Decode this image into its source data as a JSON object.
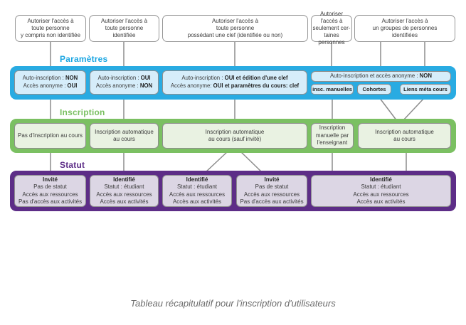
{
  "caption": "Tableau récapitulatif pour l'inscription d'utilisateurs",
  "colors": {
    "blue_band": "#29abe2",
    "blue_light": "#d6edfa",
    "green_band": "#7bc062",
    "green_light": "#e9f2e2",
    "purple_band": "#5d2d87",
    "purple_light": "#dcd6e4",
    "connector": "#8c8c8c"
  },
  "top_row": [
    "Autoriser l'accès à\ntoute personne\ny compris non identifiée",
    "Autoriser l'accès à\ntoute personne\nidentifiée",
    "Autoriser l'accès à\ntoute personne\npossédant une clef (identifiée ou non)",
    "Autoriser l'accès à\nseulement cer-\ntaines personnes",
    "Autoriser l'accès à\nun groupes de  personnes\nidentifiées"
  ],
  "parametres": {
    "title": "Paramètres",
    "boxes": [
      {
        "lines": [
          {
            "t": "Auto-inscription : ",
            "b": "NON"
          },
          {
            "t": "Accès anonyme : ",
            "b": "OUI"
          }
        ]
      },
      {
        "lines": [
          {
            "t": "Auto-inscription : ",
            "b": "OUI"
          },
          {
            "t": "Accès anonyme : ",
            "b": "NON"
          }
        ]
      },
      {
        "lines": [
          {
            "t": "Auto-inscription : ",
            "b": "OUI et édition d'une clef"
          },
          {
            "t": "Accès anonyme: ",
            "b": "OUI et paramètres du cours: clef"
          }
        ]
      },
      {
        "lines": [
          {
            "t": "Auto-inscription et accès anonyme : ",
            "b": "NON"
          }
        ]
      }
    ],
    "mini_boxes": [
      "insc. manuelles",
      "Cohortes",
      "Liens méta cours"
    ]
  },
  "inscription": {
    "title": "Inscription",
    "boxes": [
      "Pas d'inscription au cours",
      "Inscription automatique\nau cours",
      "Inscription automatique\nau cours (sauf invité)",
      "Inscription\nmanuelle par\nl'enseignant",
      "Inscription automatique\nau cours"
    ]
  },
  "statut": {
    "title": "Statut",
    "boxes": [
      {
        "title": "Invité",
        "body": "Pas de statut\nAccès aux ressources\nPas d'accès aux activités"
      },
      {
        "title": "Identifié",
        "body": "Statut : étudiant\nAccès aux ressources\nAccès aux activités"
      },
      {
        "title": "Identifié",
        "body": "Statut : étudiant\nAccès aux ressources\nAccès aux activités"
      },
      {
        "title": "Invité",
        "body": "Pas de statut\nAccès aux ressources\nPas d'accès aux activités"
      },
      {
        "title": "Identifié",
        "body": "Statut : étudiant\nAccès aux ressources\nAccès aux activités"
      }
    ]
  }
}
